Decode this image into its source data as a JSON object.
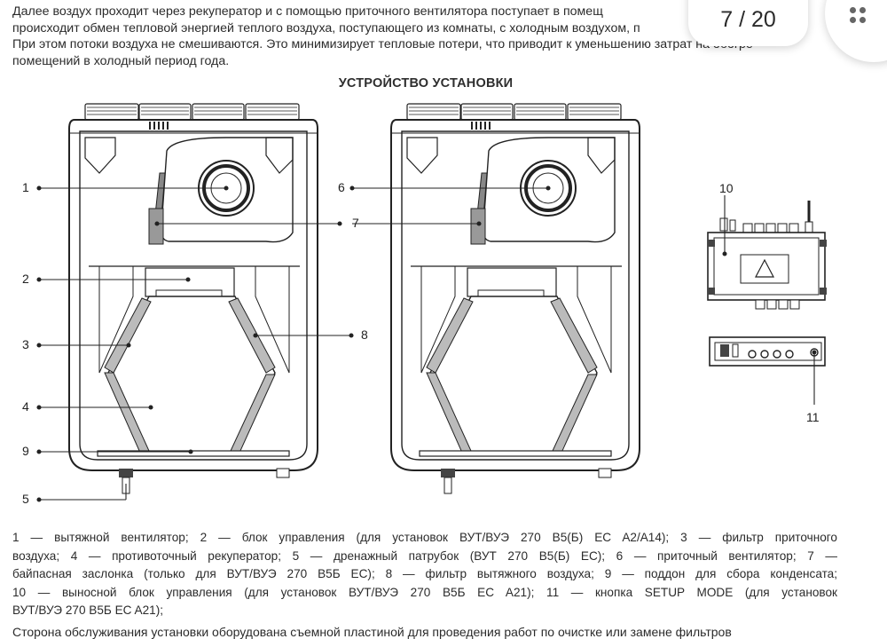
{
  "intro_lines": [
    "Далее воздух проходит через рекуператор и с помощью приточного вентилятора поступает в помещ",
    "происходит обмен тепловой энергией теплого воздуха, поступающего из комнаты, с холодным воздухом, п",
    "При этом потоки воздуха не смешиваются. Это минимизирует тепловые потери, что приводит к уменьшению затрат на обогре",
    "помещений в холодный период года."
  ],
  "section_title": "УСТРОЙСТВО УСТАНОВКИ",
  "page_indicator": "7 / 20",
  "callouts": {
    "c1": "1",
    "c2": "2",
    "c3": "3",
    "c4": "4",
    "c5": "5",
    "c9": "9",
    "c6": "6",
    "c7": "7",
    "c8": "8",
    "c10": "10",
    "c11": "11"
  },
  "legend_lines": [
    "1 — вытяжной вентилятор; 2 — блок управления (для установок ВУТ/ВУЭ 270 В5(Б) EC A2/A14); 3 — фильтр приточного",
    "воздуха; 4 — противоточный рекуператор; 5 — дренажный патрубок (ВУТ 270 В5(Б) EC); 6 — приточный вентилятор; 7 —",
    "байпасная заслонка (только для ВУТ/ВУЭ 270 В5Б EC); 8 — фильтр вытяжного воздуха; 9 — поддон для сбора конденсата;",
    "10 — выносной блок управления (для установок ВУТ/ВУЭ 270 В5Б EC A21); 11 — кнопка SETUP MODE (для установок",
    "ВУТ/ВУЭ 270 В5Б EC A21);"
  ],
  "tail_text": "Сторона обслуживания установки оборудована съемной пластиной для проведения работ по очистке или замене фильтров"
}
